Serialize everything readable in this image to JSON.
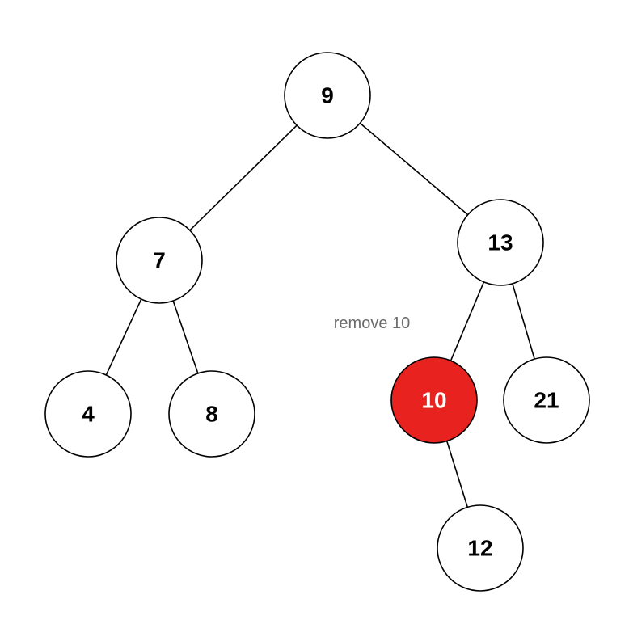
{
  "tree": {
    "annotation": "remove 10",
    "colors": {
      "node_fill": "#ffffff",
      "node_text": "#000000",
      "highlight_fill": "#e8231f",
      "highlight_text": "#ffffff",
      "annotation_text": "#6b6b6b"
    },
    "nodes": [
      {
        "id": "n9",
        "label": "9",
        "highlight": false
      },
      {
        "id": "n7",
        "label": "7",
        "highlight": false
      },
      {
        "id": "n13",
        "label": "13",
        "highlight": false
      },
      {
        "id": "n4",
        "label": "4",
        "highlight": false
      },
      {
        "id": "n8",
        "label": "8",
        "highlight": false
      },
      {
        "id": "n10",
        "label": "10",
        "highlight": true
      },
      {
        "id": "n21",
        "label": "21",
        "highlight": false
      },
      {
        "id": "n12",
        "label": "12",
        "highlight": false
      }
    ],
    "edges": [
      {
        "from": "n9",
        "to": "n7"
      },
      {
        "from": "n9",
        "to": "n13"
      },
      {
        "from": "n7",
        "to": "n4"
      },
      {
        "from": "n7",
        "to": "n8"
      },
      {
        "from": "n13",
        "to": "n10"
      },
      {
        "from": "n13",
        "to": "n21"
      },
      {
        "from": "n10",
        "to": "n12"
      }
    ]
  }
}
